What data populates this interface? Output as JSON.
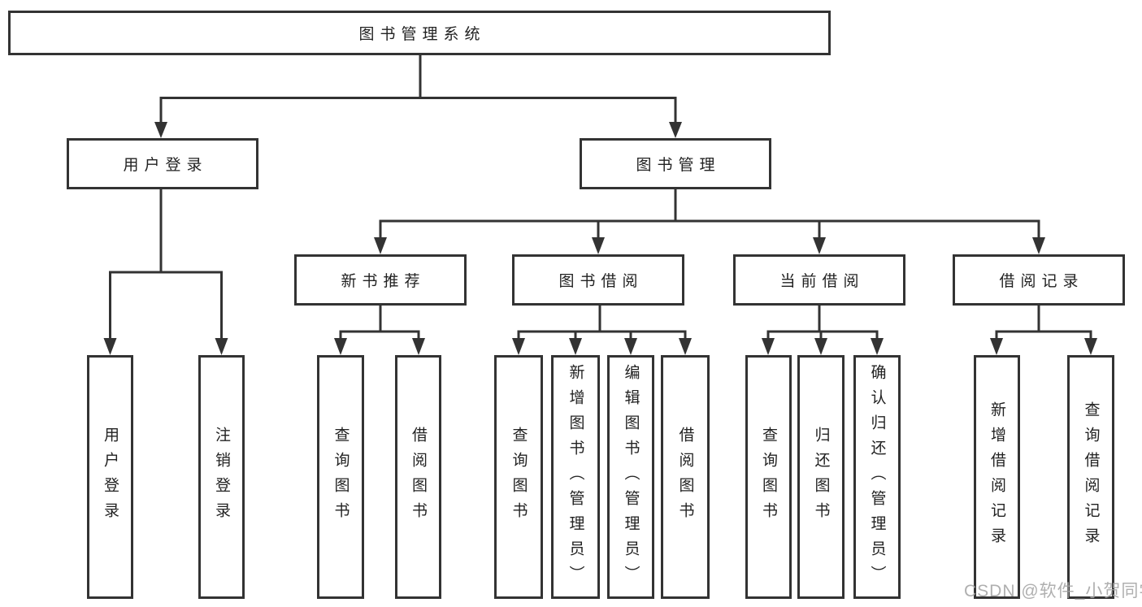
{
  "diagram": {
    "root": {
      "label": "图书管理系统"
    },
    "branches": [
      {
        "label": "用户登录",
        "children": [
          {
            "label": "用户登录"
          },
          {
            "label": "注销登录"
          }
        ]
      },
      {
        "label": "图书管理",
        "children": [
          {
            "label": "新书推荐",
            "children": [
              {
                "label": "查询图书"
              },
              {
                "label": "借阅图书"
              }
            ]
          },
          {
            "label": "图书借阅",
            "children": [
              {
                "label": "查询图书"
              },
              {
                "label": "新增图书（管理员）"
              },
              {
                "label": "编辑图书（管理员）"
              },
              {
                "label": "借阅图书"
              }
            ]
          },
          {
            "label": "当前借阅",
            "children": [
              {
                "label": "查询图书"
              },
              {
                "label": "归还图书"
              },
              {
                "label": "确认归还（管理员）"
              }
            ]
          },
          {
            "label": "借阅记录",
            "children": [
              {
                "label": "新增借阅记录"
              },
              {
                "label": "查询借阅记录"
              }
            ]
          }
        ]
      }
    ]
  },
  "watermark": {
    "text": "CSDN @软件_小贺同学"
  },
  "colors": {
    "line": "#333333",
    "box_border": "#333333",
    "text": "#222222",
    "watermark": "#a5a5a5",
    "background": "#ffffff"
  }
}
